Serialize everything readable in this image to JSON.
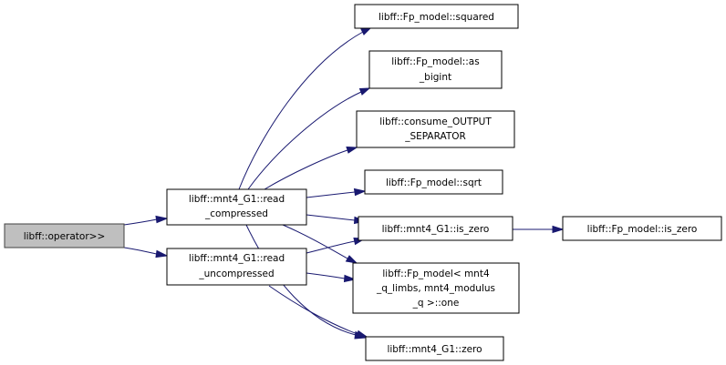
{
  "nodes": {
    "root": {
      "lines": [
        "libff::operator>>"
      ]
    },
    "read_compressed": {
      "lines": [
        "libff::mnt4_G1::read",
        "_compressed"
      ]
    },
    "read_uncompressed": {
      "lines": [
        "libff::mnt4_G1::read",
        "_uncompressed"
      ]
    },
    "squared": {
      "lines": [
        "libff::Fp_model::squared"
      ]
    },
    "as_bigint": {
      "lines": [
        "libff::Fp_model::as",
        "_bigint"
      ]
    },
    "consume": {
      "lines": [
        "libff::consume_OUTPUT",
        "_SEPARATOR"
      ]
    },
    "sqrt": {
      "lines": [
        "libff::Fp_model::sqrt"
      ]
    },
    "g1_is_zero": {
      "lines": [
        "libff::mnt4_G1::is_zero"
      ]
    },
    "fp_is_zero": {
      "lines": [
        "libff::Fp_model::is_zero"
      ]
    },
    "one": {
      "lines": [
        "libff::Fp_model< mnt4",
        "_q_limbs, mnt4_modulus",
        "_q >::one"
      ]
    },
    "zero": {
      "lines": [
        "libff::mnt4_G1::zero"
      ]
    }
  },
  "edges": [
    [
      "root",
      "read_compressed"
    ],
    [
      "root",
      "read_uncompressed"
    ],
    [
      "read_compressed",
      "squared"
    ],
    [
      "read_compressed",
      "as_bigint"
    ],
    [
      "read_compressed",
      "consume"
    ],
    [
      "read_compressed",
      "sqrt"
    ],
    [
      "read_compressed",
      "g1_is_zero"
    ],
    [
      "read_compressed",
      "one"
    ],
    [
      "read_compressed",
      "zero"
    ],
    [
      "read_uncompressed",
      "g1_is_zero"
    ],
    [
      "read_uncompressed",
      "one"
    ],
    [
      "read_uncompressed",
      "zero"
    ],
    [
      "g1_is_zero",
      "fp_is_zero"
    ]
  ]
}
